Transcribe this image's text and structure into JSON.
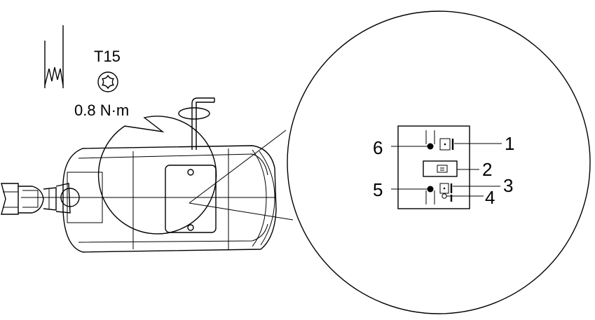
{
  "tool_bubble": {
    "bit": "T15",
    "torque": "0.8 N·m"
  },
  "callouts": [
    "1",
    "2",
    "3",
    "4",
    "5",
    "6"
  ]
}
